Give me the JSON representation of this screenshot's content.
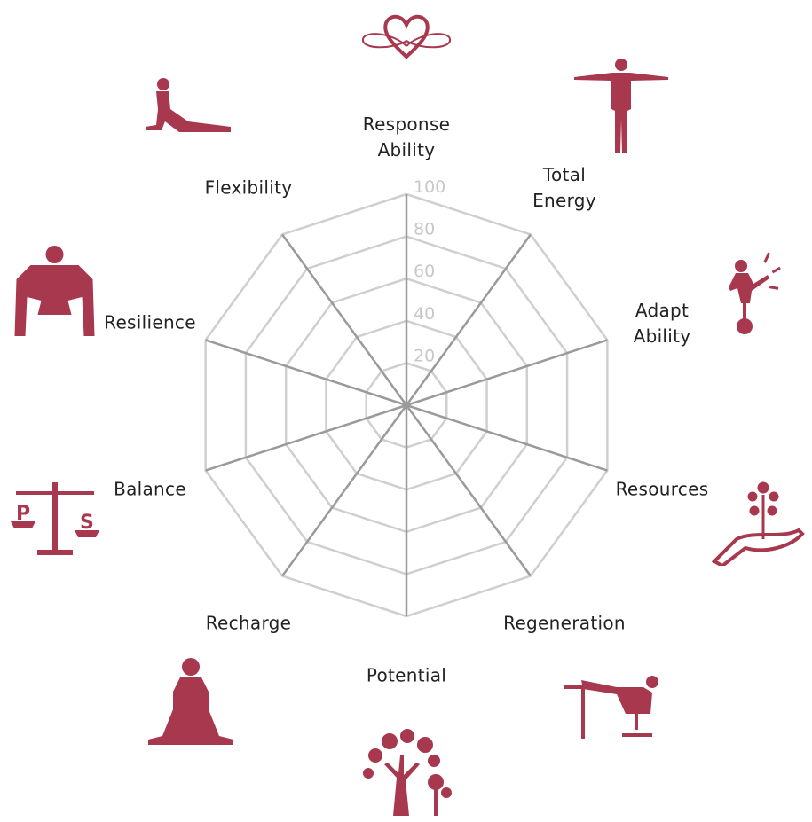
{
  "chart_data": {
    "type": "radar",
    "title": "",
    "categories": [
      "Response Ability",
      "Total Energy",
      "Adapt Ability",
      "Resources",
      "Regeneration",
      "Potential",
      "Recharge",
      "Balance",
      "Resilience",
      "Flexibility"
    ],
    "category_lines": [
      [
        "Response",
        "Ability"
      ],
      [
        "Total",
        "Energy"
      ],
      [
        "Adapt",
        "Ability"
      ],
      [
        "Resources"
      ],
      [
        "Regeneration"
      ],
      [
        "Potential"
      ],
      [
        "Recharge"
      ],
      [
        "Balance"
      ],
      [
        "Resilience"
      ],
      [
        "Flexibility"
      ]
    ],
    "rlim": [
      0,
      100
    ],
    "ticks": [
      20,
      40,
      60,
      80,
      100
    ],
    "tick_labels": [
      "20",
      "40",
      "60",
      "80",
      "100"
    ],
    "series": [],
    "grid": true
  },
  "icons": [
    "heart-infinity-icon",
    "man-arms-out-icon",
    "unicycle-juggler-icon",
    "hand-sapling-icon",
    "man-feet-on-desk-icon",
    "tree-icon",
    "meditation-icon",
    "balance-scale-icon",
    "sumo-wrestler-icon",
    "yoga-cobra-icon"
  ],
  "scale_letters": [
    "P",
    "S"
  ],
  "colors": {
    "icon": "#a8384e",
    "ring": "#cfcfcf",
    "spoke": "#9a9a9a",
    "tick": "#c8c8c8",
    "label": "#222222"
  }
}
